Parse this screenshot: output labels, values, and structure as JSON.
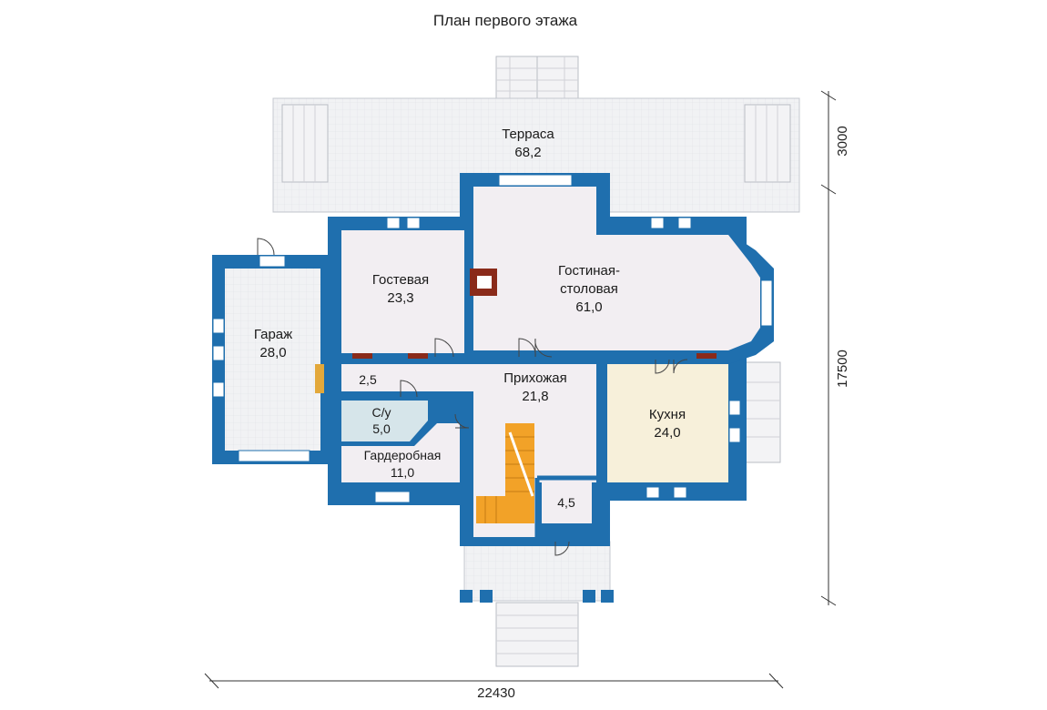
{
  "title": "План первого этажа",
  "rooms": {
    "terrace": {
      "name": "Терраса",
      "area": "68,2"
    },
    "guest": {
      "name": "Гостевая",
      "area": "23,3"
    },
    "living": {
      "name": "Гостиная-",
      "name2": "столовая",
      "area": "61,0"
    },
    "garage": {
      "name": "Гараж",
      "area": "28,0"
    },
    "hall": {
      "name": "Прихожая",
      "area": "21,8"
    },
    "kitchen": {
      "name": "Кухня",
      "area": "24,0"
    },
    "small1": {
      "area": "2,5"
    },
    "bath": {
      "name": "С/у",
      "area": "5,0"
    },
    "wardrobe": {
      "name": "Гардеробная",
      "area": "11,0"
    },
    "small2": {
      "area": "4,5"
    }
  },
  "dimensions": {
    "width": "22430",
    "depth_terrace": "3000",
    "depth_house": "17500"
  },
  "colors": {
    "wall": "#1f6fae",
    "floor": "#f2eef2",
    "terrace": "#ececef",
    "kitchen": "#f7f0da",
    "bath": "#d6e5ea",
    "stairs": "#f2a228"
  }
}
